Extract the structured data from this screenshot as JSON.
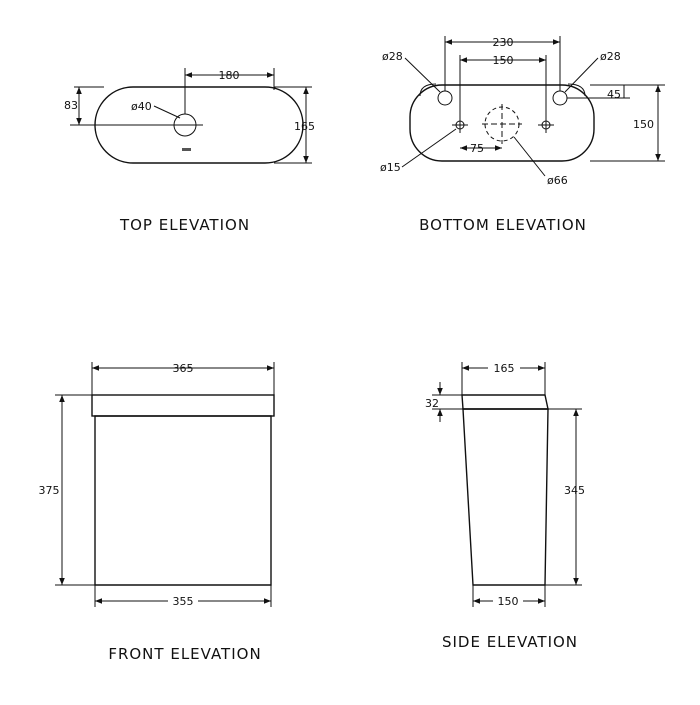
{
  "views": {
    "top": {
      "caption": "TOP  ELEVATION",
      "dims": {
        "length": "180",
        "width_half": "83",
        "width": "165",
        "hole": "ø40"
      }
    },
    "bottom": {
      "caption": "BOTTOM  ELEVATION",
      "dims": {
        "outer_spacing": "230",
        "inner_spacing": "150",
        "hole_left": "ø28",
        "hole_right": "ø28",
        "offset": "45",
        "depth": "150",
        "small_hole": "ø15",
        "center_offset": "75",
        "outlet": "ø66"
      }
    },
    "front": {
      "caption": "FRONT  ELEVATION",
      "dims": {
        "top_width": "365",
        "height": "375",
        "bottom_width": "355"
      }
    },
    "side": {
      "caption": "SIDE  ELEVATION",
      "dims": {
        "top_depth": "165",
        "lid_height": "32",
        "body_height": "345",
        "bottom_depth": "150"
      }
    }
  }
}
